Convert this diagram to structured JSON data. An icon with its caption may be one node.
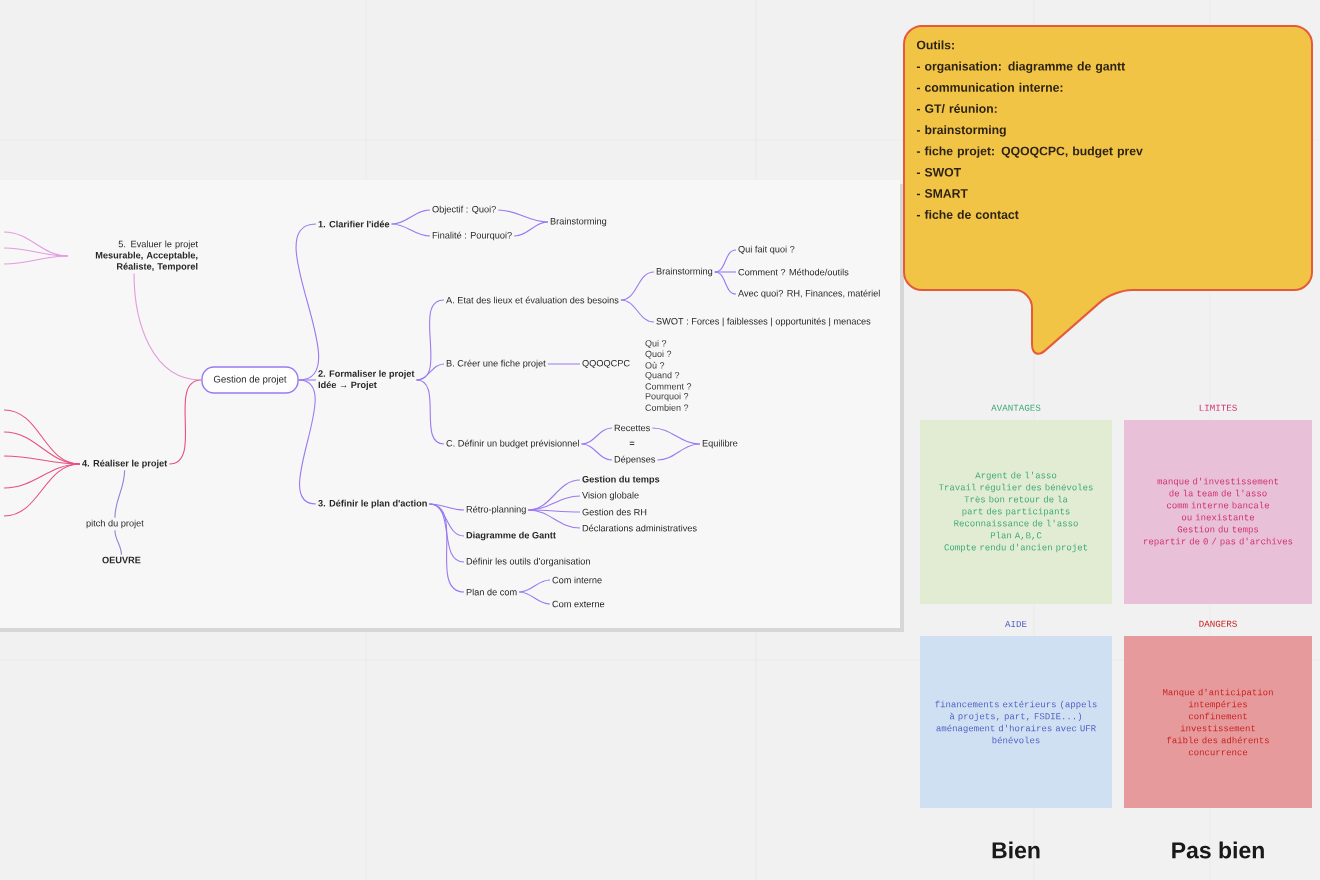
{
  "diagram": {
    "nodes": [
      {
        "text": [
          "Gestion de projet"
        ]
      },
      {
        "text": [
          "1. Clarifier l'idée"
        ]
      },
      {
        "text": [
          "Objectif : Quoi?"
        ]
      },
      {
        "text": [
          "Finalité : Pourquoi?"
        ]
      },
      {
        "text": [
          "Brainstorming"
        ]
      },
      {
        "text": [
          "2. Formaliser le projet",
          "Idée → Projet"
        ]
      },
      {
        "text": [
          "A. Etat des lieux et évaluation des besoins"
        ]
      },
      {
        "text": [
          "Brainstorming"
        ]
      },
      {
        "text": [
          "Qui fait quoi ?"
        ]
      },
      {
        "text": [
          "Comment ? Méthode/outils"
        ]
      },
      {
        "text": [
          "Avec quoi? RH, Finances, matériel"
        ]
      },
      {
        "text": [
          "SWOT : Forces | faiblesses | opportunités | menaces"
        ]
      },
      {
        "text": [
          "B. Créer une fiche projet"
        ]
      },
      {
        "text": [
          "QQOQCPC"
        ]
      },
      {
        "text": [
          "C. Définir un budget prévisionnel"
        ]
      },
      {
        "text": [
          "Recettes"
        ]
      },
      {
        "text": [
          "Dépenses"
        ]
      },
      {
        "text": [
          "Equilibre"
        ]
      },
      {
        "text": [
          "3. Définir le plan d'action"
        ]
      },
      {
        "text": [
          "Rétro-planning"
        ]
      },
      {
        "text": [
          "Gestion du temps"
        ]
      },
      {
        "text": [
          "Vision globale"
        ]
      },
      {
        "text": [
          "Gestion des RH"
        ]
      },
      {
        "text": [
          "Déclarations administratives"
        ]
      },
      {
        "text": [
          "Diagramme de Gantt"
        ]
      },
      {
        "text": [
          "Définir les outils d'organisation"
        ]
      },
      {
        "text": [
          "Plan de com"
        ]
      },
      {
        "text": [
          "Com interne"
        ]
      },
      {
        "text": [
          "Com externe"
        ]
      },
      {
        "text": [
          "4. Réaliser le projet"
        ]
      },
      {
        "text": [
          "pitch du projet"
        ]
      },
      {
        "text": [
          "OEUVRE"
        ]
      },
      {
        "text": [
          "5. Evaluer le projet",
          "Mesurable, Acceptable, Réaliste, Temporel"
        ]
      },
      {
        "text": [
          "Outils:",
          "- organisation: diagramme de gantt",
          "- communication interne:",
          "- GT/ réunion:",
          "- brainstorming",
          "- fiche projet: QQOQCPC, budget prev",
          "- SWOT",
          "- SMART",
          "- fiche de contact"
        ]
      },
      {
        "text": [
          "AVANTAGES",
          "Argent de l'asso",
          "Travail régulier des bénévoles",
          "Très bon retour de la part des participants",
          "Reconnaissance de l'asso",
          "Plan A,B,C",
          "Compte rendu d'ancien projet"
        ]
      },
      {
        "text": [
          "LIMITES",
          "manque d'investissement de la team de l'asso",
          "comm interne bancale ou inexistante",
          "Gestion du temps",
          "repartir de 0 / pas d'archives"
        ]
      },
      {
        "text": [
          "AIDE",
          "financements extérieurs (appels à projets, part, FSDIE...)",
          "aménagement d'horaires avec UFR",
          "bénévoles"
        ]
      },
      {
        "text": [
          "DANGERS",
          "Manque d'anticipation",
          "intempéries",
          "confinement",
          "investissement faible des adhérents",
          "concurrence"
        ]
      }
    ],
    "edges": [
      {
        "from": 0,
        "to": 1,
        "arrow": "none"
      },
      {
        "from": 1,
        "to": 2,
        "arrow": "none"
      },
      {
        "from": 1,
        "to": 3,
        "arrow": "none"
      },
      {
        "from": 2,
        "to": 4,
        "arrow": "none"
      },
      {
        "from": 3,
        "to": 4,
        "arrow": "none"
      },
      {
        "from": 0,
        "to": 5,
        "arrow": "none"
      },
      {
        "from": 5,
        "to": 6,
        "arrow": "none"
      },
      {
        "from": 6,
        "to": 7,
        "arrow": "none"
      },
      {
        "from": 7,
        "to": 8,
        "arrow": "none"
      },
      {
        "from": 7,
        "to": 9,
        "arrow": "none"
      },
      {
        "from": 7,
        "to": 10,
        "arrow": "none"
      },
      {
        "from": 6,
        "to": 11,
        "arrow": "none"
      },
      {
        "from": 5,
        "to": 12,
        "arrow": "none"
      },
      {
        "from": 12,
        "to": 13,
        "arrow": "none"
      },
      {
        "from": 5,
        "to": 14,
        "arrow": "none"
      },
      {
        "from": 14,
        "to": 15,
        "arrow": "none"
      },
      {
        "from": 14,
        "to": 16,
        "arrow": "none"
      },
      {
        "from": 15,
        "to": 17,
        "arrow": "none"
      },
      {
        "from": 16,
        "to": 17,
        "arrow": "none"
      },
      {
        "from": 0,
        "to": 18,
        "arrow": "none"
      },
      {
        "from": 18,
        "to": 19,
        "arrow": "none"
      },
      {
        "from": 19,
        "to": 20,
        "arrow": "none"
      },
      {
        "from": 19,
        "to": 21,
        "arrow": "none"
      },
      {
        "from": 19,
        "to": 22,
        "arrow": "none"
      },
      {
        "from": 19,
        "to": 23,
        "arrow": "none"
      },
      {
        "from": 18,
        "to": 24,
        "arrow": "none"
      },
      {
        "from": 18,
        "to": 25,
        "arrow": "none"
      },
      {
        "from": 18,
        "to": 26,
        "arrow": "none"
      },
      {
        "from": 26,
        "to": 27,
        "arrow": "none"
      },
      {
        "from": 26,
        "to": 28,
        "arrow": "none"
      },
      {
        "from": 0,
        "to": 29,
        "arrow": "none",
        "color": "#e8507f"
      },
      {
        "from": 29,
        "to": 30,
        "arrow": "none",
        "color": "#8c86d8"
      },
      {
        "from": 30,
        "to": 31,
        "arrow": "none",
        "color": "#8c86d8"
      },
      {
        "from": 0,
        "to": 32,
        "arrow": "none",
        "color": "#e49ae0"
      },
      {
        "from": null,
        "to": 29,
        "arrow": "none",
        "color": "#e8507f"
      },
      {
        "from": null,
        "to": 29,
        "arrow": "none",
        "color": "#e8507f"
      },
      {
        "from": null,
        "to": 29,
        "arrow": "none",
        "color": "#e8507f"
      },
      {
        "from": null,
        "to": 29,
        "arrow": "none",
        "color": "#e8507f"
      },
      {
        "from": null,
        "to": 29,
        "arrow": "none",
        "color": "#e8507f"
      },
      {
        "from": null,
        "to": 32,
        "arrow": "none",
        "color": "#e49ae0"
      },
      {
        "from": null,
        "to": 32,
        "arrow": "none",
        "color": "#e49ae0"
      },
      {
        "from": null,
        "to": 32,
        "arrow": "none",
        "color": "#e49ae0"
      }
    ],
    "labels": [
      "Qui ?",
      "Quoi ?",
      "Où ?",
      "Quand ?",
      "Comment ?",
      "Pourquoi ?",
      "Combien ?",
      "=",
      "Bien",
      "Pas bien"
    ]
  }
}
